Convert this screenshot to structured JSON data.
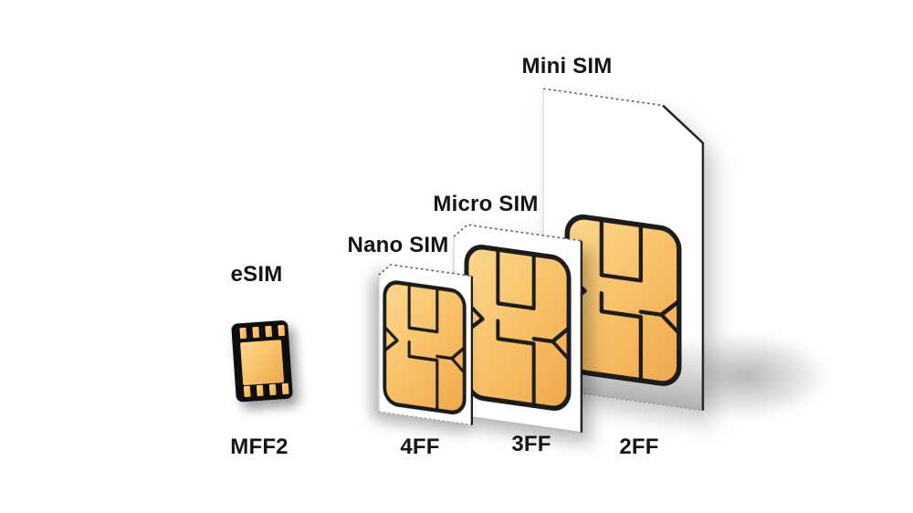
{
  "figure": {
    "items": [
      {
        "name": "eSIM",
        "form_factor": "MFF2"
      },
      {
        "name": "Nano SIM",
        "form_factor": "4FF"
      },
      {
        "name": "Micro SIM",
        "form_factor": "3FF"
      },
      {
        "name": "Mini SIM",
        "form_factor": "2FF"
      }
    ]
  },
  "colors": {
    "gold_light": "#fcd88e",
    "gold_mid": "#f8c168",
    "gold_dark": "#f0a74a",
    "outline": "#1b1b1b",
    "chip_body": "#0d0d0d",
    "label": "#151515",
    "card": "#ffffff"
  }
}
